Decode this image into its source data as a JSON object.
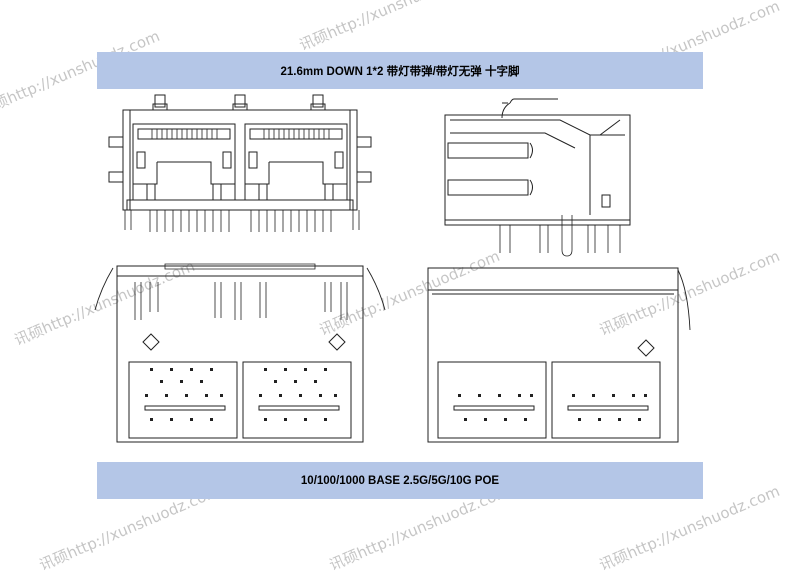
{
  "banners": {
    "top_title": "21.6mm DOWN 1*2 带灯带弹/带灯无弹 十字脚",
    "bottom_title": "10/100/1000 BASE   2.5G/5G/10G   POE"
  },
  "watermark": {
    "text": "讯硕http://xunshuodz.com"
  },
  "colors": {
    "banner": "#b4c6e7",
    "line": "#222222",
    "watermark": "#969696"
  }
}
